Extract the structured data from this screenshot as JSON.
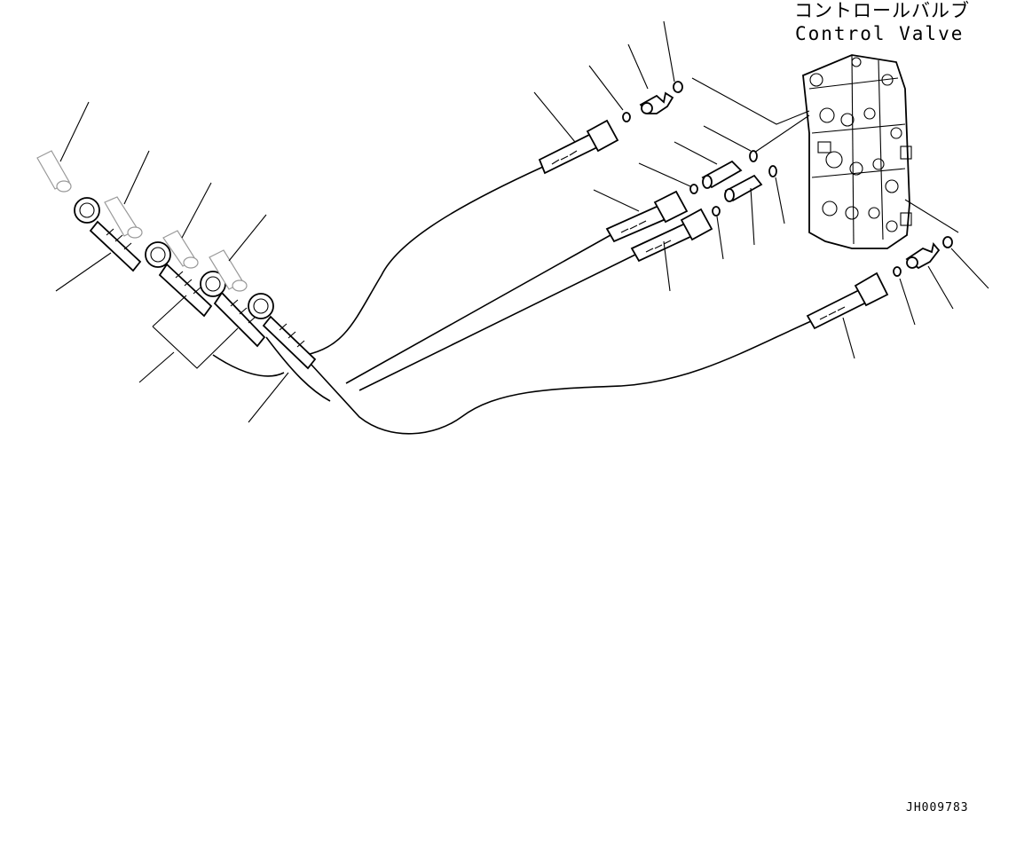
{
  "labels": {
    "title_ja": "コントロールバルブ",
    "title_en": "Control Valve",
    "drawing_id": "JH009783"
  }
}
